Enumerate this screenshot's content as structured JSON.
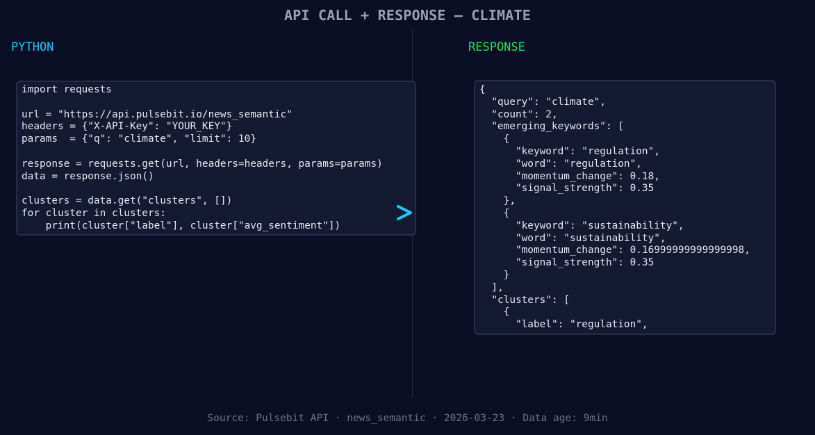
{
  "header": {
    "title": "API CALL + RESPONSE — CLIMATE"
  },
  "python_panel": {
    "label": "PYTHON",
    "code_lines": [
      "import requests",
      "",
      "url = \"https://api.pulsebit.io/news_semantic\"",
      "headers = {\"X-API-Key\": \"YOUR_KEY\"}",
      "params  = {\"q\": \"climate\", \"limit\": 10}",
      "",
      "response = requests.get(url, headers=headers, params=params)",
      "data = response.json()",
      "",
      "clusters = data.get(\"clusters\", [])",
      "for cluster in clusters:",
      "    print(cluster[\"label\"], cluster[\"avg_sentiment\"])"
    ]
  },
  "response_panel": {
    "label": "RESPONSE",
    "json_lines": [
      "{",
      "  \"query\": \"climate\",",
      "  \"count\": 2,",
      "  \"emerging_keywords\": [",
      "    {",
      "      \"keyword\": \"regulation\",",
      "      \"word\": \"regulation\",",
      "      \"momentum_change\": 0.18,",
      "      \"signal_strength\": 0.35",
      "    },",
      "    {",
      "      \"keyword\": \"sustainability\",",
      "      \"word\": \"sustainability\",",
      "      \"momentum_change\": 0.16999999999999998,",
      "      \"signal_strength\": 0.35",
      "    }",
      "  ],",
      "  \"clusters\": [",
      "    {",
      "      \"label\": \"regulation\","
    ]
  },
  "arrow": {
    "icon": "chevron-right-icon",
    "color": "#1ec8f0"
  },
  "footer": {
    "text": "Source: Pulsebit API · news_semantic · 2026-03-23 · Data age: 9min"
  },
  "colors": {
    "background": "#0b0f26",
    "panel": "#151a33",
    "python_accent": "#1ec8f0",
    "response_accent": "#1ee35a",
    "title": "#9aa0b0",
    "footer": "#6b7185"
  }
}
